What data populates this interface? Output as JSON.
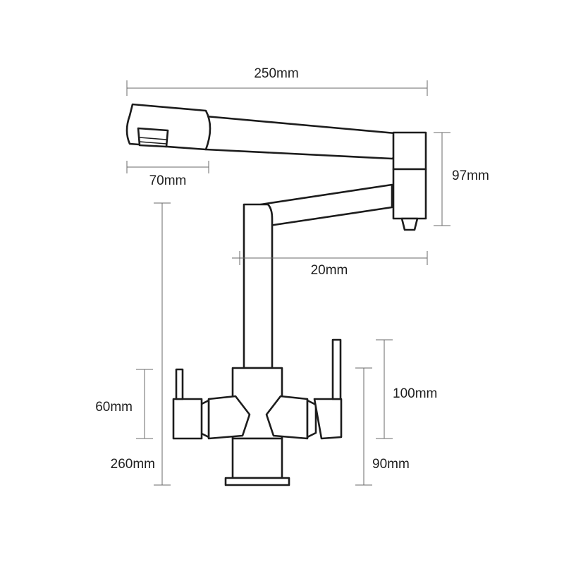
{
  "dimensions": {
    "overall_width": "250mm",
    "aerator_length": "70mm",
    "filter_spout_height": "97mm",
    "filter_spout_offset": "20mm",
    "lever_height": "60mm",
    "overall_height": "260mm",
    "center_handle_height": "100mm",
    "base_height": "90mm"
  },
  "colors": {
    "outline": "#1c1c1c",
    "dimension_line": "#6a6a6a",
    "background": "#ffffff"
  }
}
